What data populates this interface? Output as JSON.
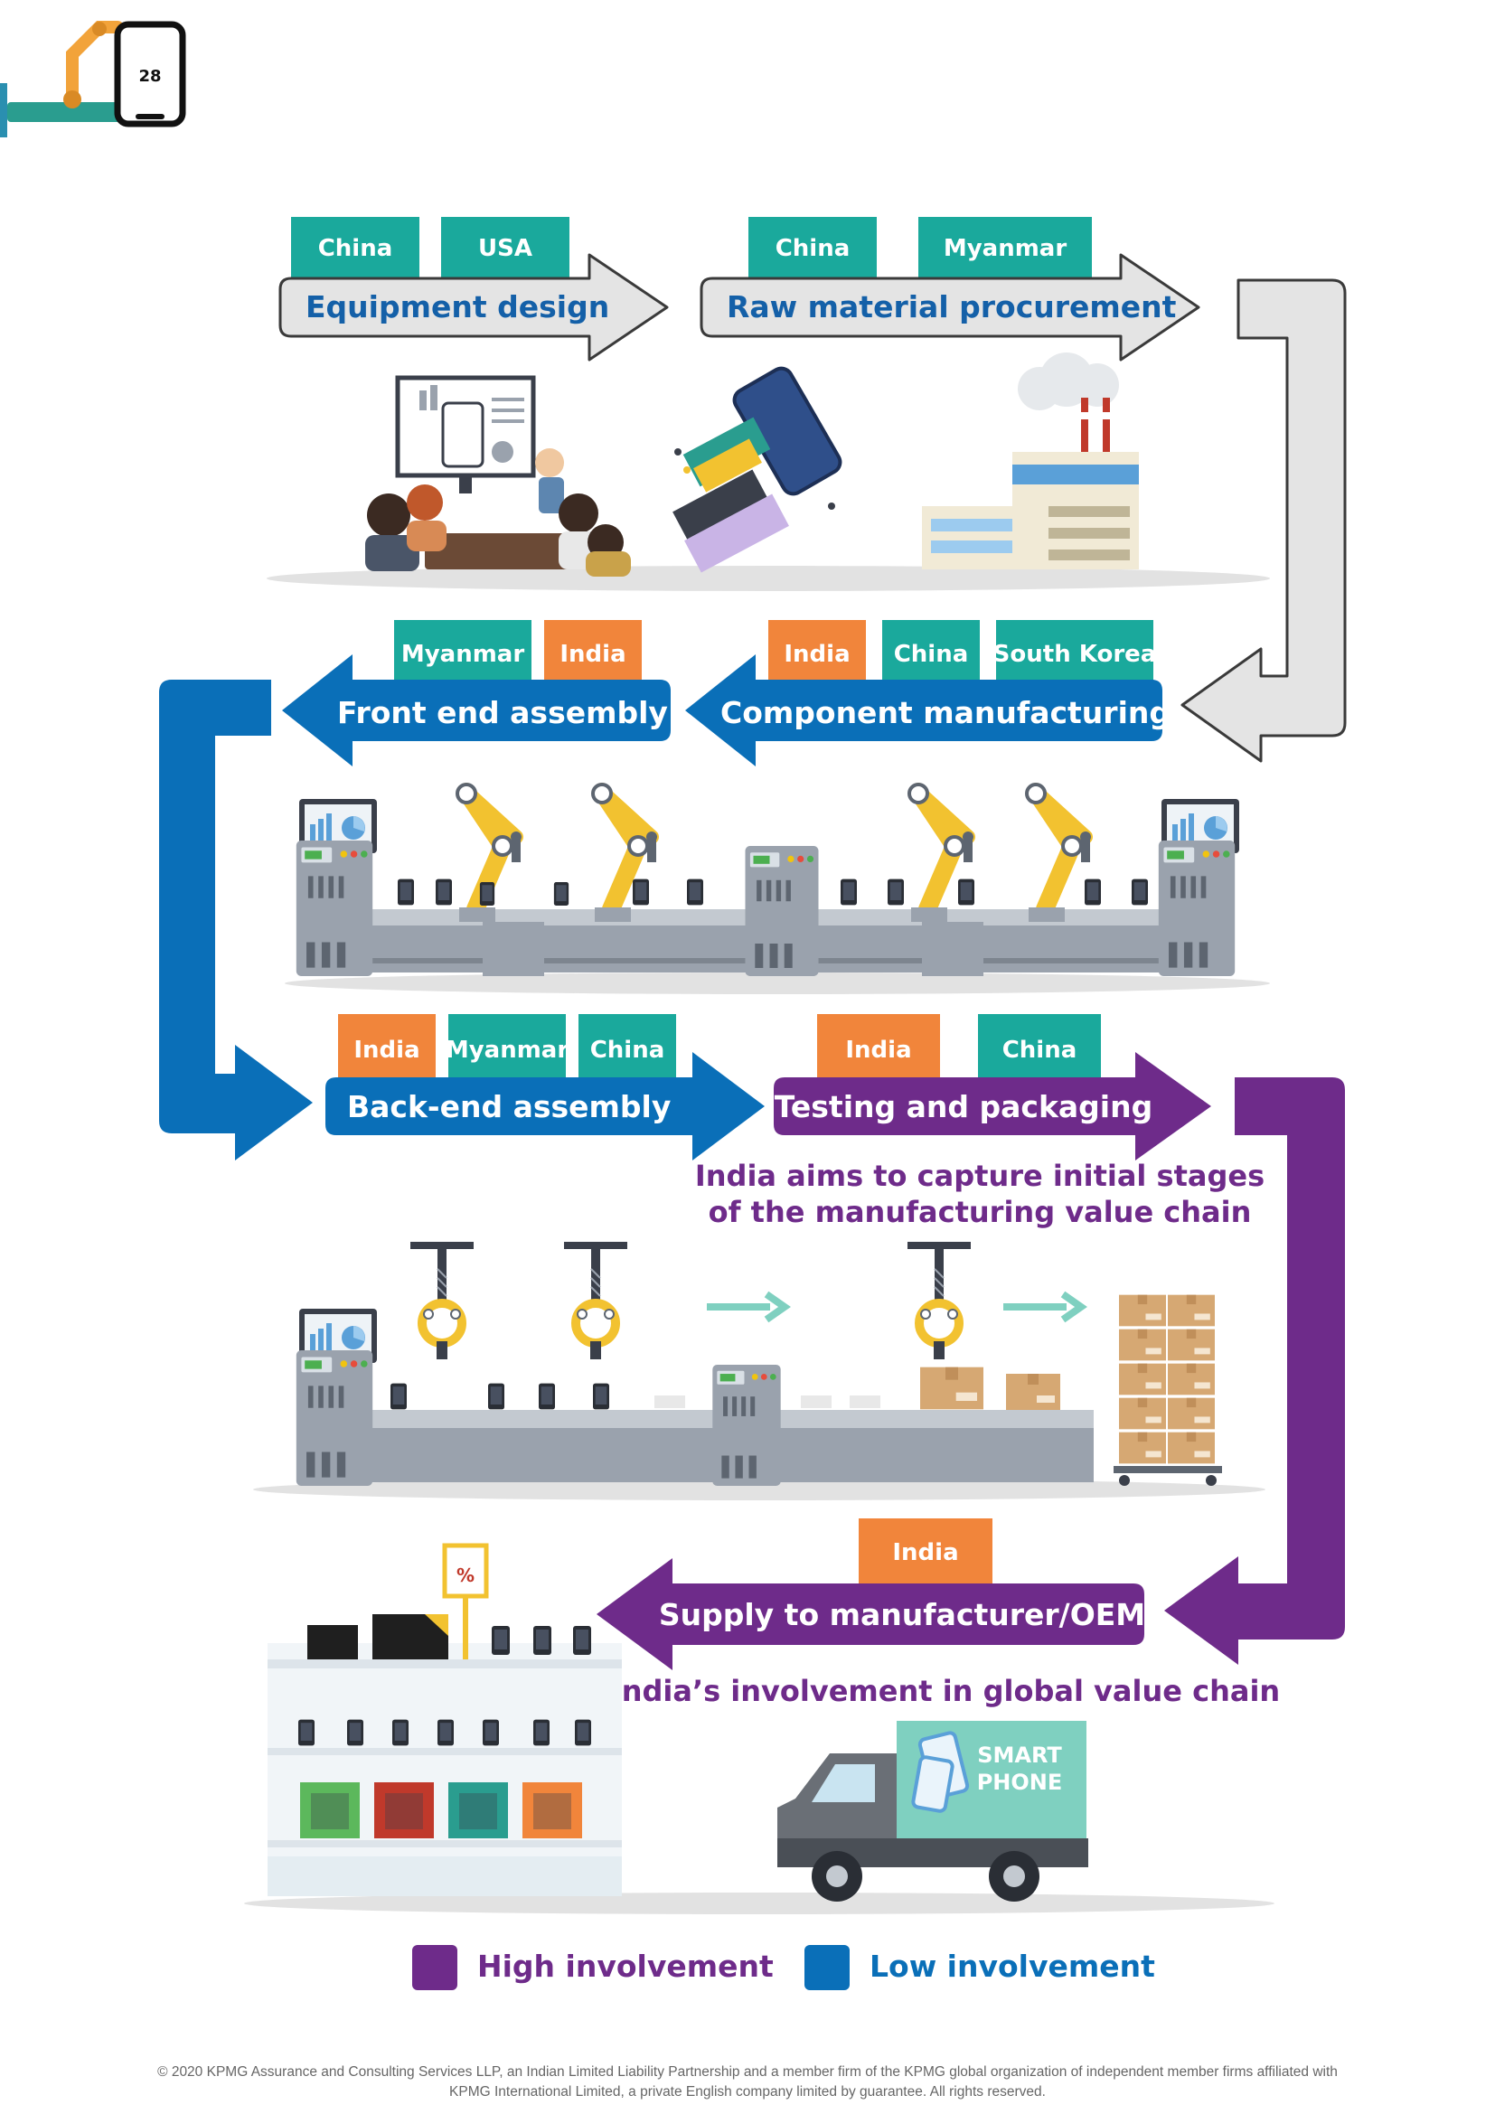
{
  "page": {
    "number": "28"
  },
  "colors": {
    "tag_teal": "#1aa99c",
    "tag_orange": "#f1853b",
    "arrow_gray": "#e4e4e4",
    "arrow_blue": "#0a6fb8",
    "arrow_purple": "#6e2b8a",
    "text_blue": "#1460a8"
  },
  "stages": {
    "equipment_design": {
      "label": "Equipment design",
      "tags": [
        "China",
        "USA"
      ]
    },
    "raw_material": {
      "label": "Raw material procurement",
      "tags": [
        "China",
        "Myanmar"
      ]
    },
    "component_manufacturing": {
      "label": "Component manufacturing",
      "tags": [
        "India",
        "China",
        "South Korea"
      ]
    },
    "front_end": {
      "label": "Front end assembly",
      "tags": [
        "Myanmar",
        "India"
      ]
    },
    "back_end": {
      "label": "Back-end assembly",
      "tags": [
        "India",
        "Myanmar",
        "China"
      ]
    },
    "testing": {
      "label": "Testing and packaging",
      "tags": [
        "India",
        "China"
      ]
    },
    "supply": {
      "label": "Supply to manufacturer/OEM",
      "tags": [
        "India"
      ]
    }
  },
  "notes": {
    "initial_stages_line1": "India aims to capture initial stages",
    "initial_stages_line2": "of the manufacturing value chain",
    "global_involvement": "India’s involvement in global value chain"
  },
  "illustrations": {
    "price_sign": "%",
    "truck_text_line1": "SMART",
    "truck_text_line2": "PHONE"
  },
  "legend": {
    "high": {
      "label": "High involvement",
      "color": "#6e2b8a"
    },
    "low": {
      "label": "Low involvement",
      "color": "#0a6fb8"
    }
  },
  "footer": {
    "line1": "© 2020 KPMG Assurance and Consulting Services LLP, an Indian Limited Liability Partnership and a member firm of the KPMG global organization of independent member firms affiliated with",
    "line2": "KPMG International Limited, a private English company limited by guarantee. All rights reserved."
  }
}
